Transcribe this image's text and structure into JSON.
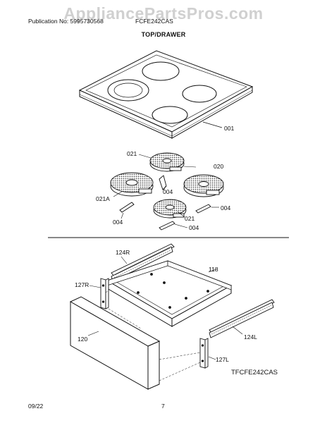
{
  "header": {
    "publication": "Publication No: 5995730568",
    "model": "FCFE242CAS",
    "section": "TOP/DRAWER"
  },
  "watermark": "AppliancePartsPros.com",
  "parts": {
    "p001": "001",
    "p021_top": "021",
    "p020": "020",
    "p021A": "021A",
    "p004_a": "004",
    "p004_b": "004",
    "p004_c": "004",
    "p021_bottom": "021",
    "p004_d": "004",
    "p124R": "124R",
    "p118": "118",
    "p127R": "127R",
    "p120": "120",
    "p124L": "124L",
    "p127L": "127L"
  },
  "figure_code": "TFCFE242CAS",
  "footer": {
    "date": "09/22",
    "page": "7"
  }
}
